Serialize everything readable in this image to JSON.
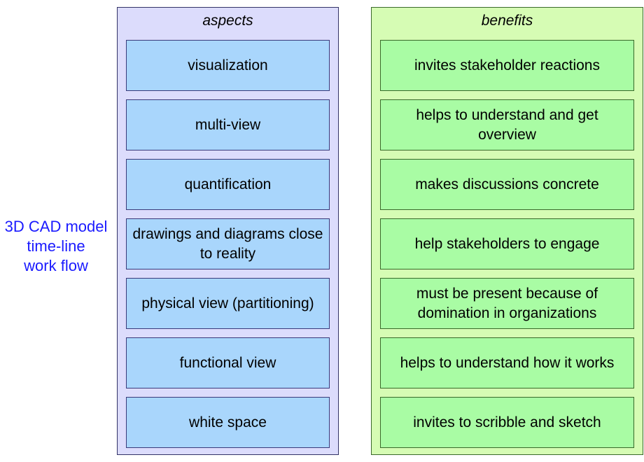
{
  "side_label": {
    "lines": [
      "3D CAD model",
      "time-line",
      "work flow"
    ]
  },
  "aspects": {
    "header": "aspects",
    "items": [
      "visualization",
      "multi-view",
      "quantification",
      "drawings and diagrams close to reality",
      "physical view (partitioning)",
      "functional view",
      "white space"
    ]
  },
  "benefits": {
    "header": "benefits",
    "items": [
      "invites stakeholder reactions",
      "helps to understand and get overview",
      "makes discussions concrete",
      "help stakeholders to engage",
      "must be present because of domination in organizations",
      "helps to understand how it works",
      "invites to scribble and sketch"
    ]
  },
  "colors": {
    "side_label_text": "#1a1aff",
    "aspects_panel": "#dcdcfc",
    "aspects_box": "#a9d6fc",
    "benefits_panel": "#d6fcb4",
    "benefits_box": "#a9fca4"
  }
}
